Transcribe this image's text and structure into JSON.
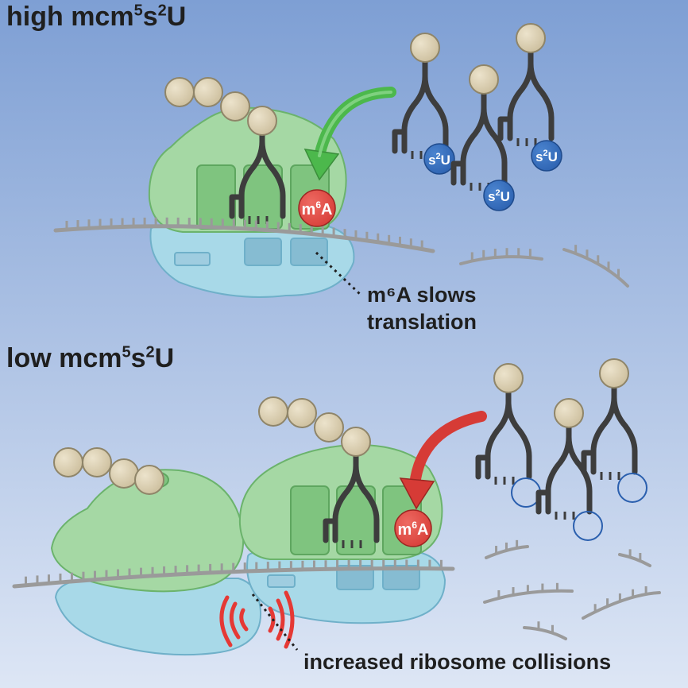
{
  "panels": {
    "high": {
      "heading_base": "high mcm",
      "heading_sup1": "5",
      "heading_mid": "s",
      "heading_sup2": "2",
      "heading_end": "U",
      "caption_line1": "m⁶A slows",
      "caption_line2": "translation"
    },
    "low": {
      "heading_base": "low mcm",
      "heading_sup1": "5",
      "heading_mid": "s",
      "heading_sup2": "2",
      "heading_end": "U",
      "caption": "increased ribosome collisions"
    }
  },
  "labels": {
    "m6a_base": "m",
    "m6a_sup": "6",
    "m6a_end": "A",
    "s2u_base": "s",
    "s2u_sup": "2",
    "s2u_end": "U"
  },
  "colors": {
    "bg_top": "#7e9fd4",
    "bg_bottom": "#dde6f5",
    "large_subunit": "#a5d8a4",
    "large_subunit_stroke": "#6bb36c",
    "small_subunit": "#a8d9e8",
    "small_subunit_stroke": "#6fb0c9",
    "mrna": "#9a9a9a",
    "trna": "#3d3d3d",
    "amino_acid": "#cbbd9b",
    "m6a_marker": "#d63b36",
    "s2u_marker": "#2a5fae",
    "arrow_high": "#4cb84c",
    "arrow_low": "#d63b36",
    "collision_signal": "#e53935"
  }
}
